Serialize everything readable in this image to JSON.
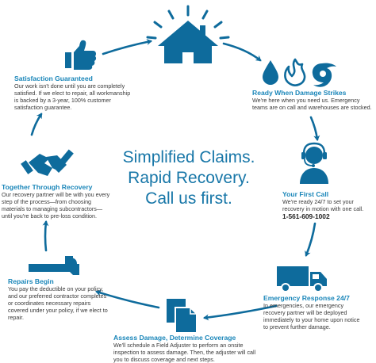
{
  "colors": {
    "accent": "#1a86b9",
    "icon": "#0e6b9c",
    "text": "#3a3a3a"
  },
  "center": {
    "line1": "Simplified Claims.",
    "line2": "Rapid Recovery.",
    "line3": "Call us first."
  },
  "steps": [
    {
      "id": "damage",
      "icon": "water-fire-hurricane-icons",
      "title": "Ready When Damage Strikes",
      "desc": "We're here when you need us. Emergency teams are on call and warehouses are stocked."
    },
    {
      "id": "call",
      "icon": "headset-person-icon",
      "title": "Your First Call",
      "desc": "We're ready 24/7 to set your recovery in motion with one call.",
      "phone": "1-561-609-1002"
    },
    {
      "id": "emergency",
      "icon": "truck-icon",
      "title": "Emergency Response 24/7",
      "desc": "In emergencies, our emergency recovery partner will be deployed immediately to your home upon notice to prevent further damage."
    },
    {
      "id": "assess",
      "icon": "documents-icon",
      "title": "Assess Damage, Determine Coverage",
      "desc": "We'll schedule a Field Adjuster to perform an onsite inspection to assess damage. Then, the adjuster will call you to discuss coverage and next steps."
    },
    {
      "id": "repairs",
      "icon": "hammer-icon",
      "title": "Repairs Begin",
      "desc": "You pay the deductible on your policy, and our preferred contractor completes or coordinates necessary repairs covered under your policy, if we elect to repair."
    },
    {
      "id": "together",
      "icon": "handshake-icon",
      "title": "Together Through Recovery",
      "desc": "Our recovery partner will be with you every step of the process—from choosing materials to managing subcontractors—until you're back to pre-loss condition."
    },
    {
      "id": "satisfaction",
      "icon": "thumbs-up-icon",
      "title": "Satisfaction Guaranteed",
      "desc": "Our work isn't done until you are completely satisfied. If we elect to repair, all workmanship is backed by a 3-year, 100% customer satisfaction guarantee."
    }
  ],
  "top_icon": "house-with-rays-icon"
}
